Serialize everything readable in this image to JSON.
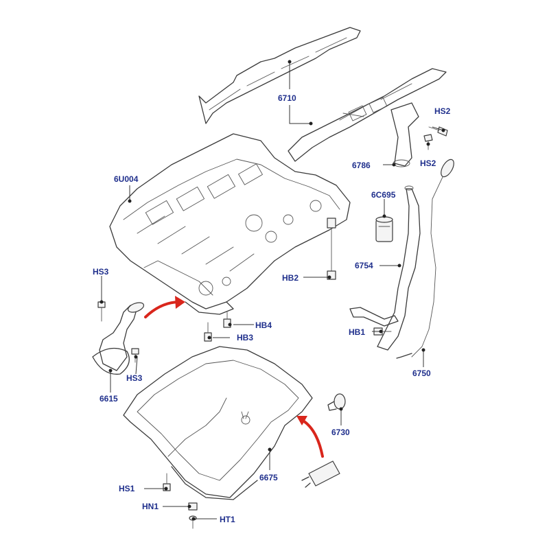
{
  "callouts": {
    "c6710": "6710",
    "cHS2a": "HS2",
    "cHS2b": "HS2",
    "c6786": "6786",
    "c6U004": "6U004",
    "c6C695": "6C695",
    "c6754": "6754",
    "cHB2": "HB2",
    "cHS3a": "HS3",
    "cHB4": "HB4",
    "cHB3": "HB3",
    "cHB1": "HB1",
    "cHS3b": "HS3",
    "c6615": "6615",
    "c6750": "6750",
    "c6730": "6730",
    "c6675": "6675",
    "cHS1": "HS1",
    "cHN1": "HN1",
    "cHT1": "HT1"
  },
  "colors": {
    "callout_text": "#1f2f8c",
    "arrow": "#d9261c",
    "line_art": "#3a3a3a",
    "background": "#ffffff"
  }
}
